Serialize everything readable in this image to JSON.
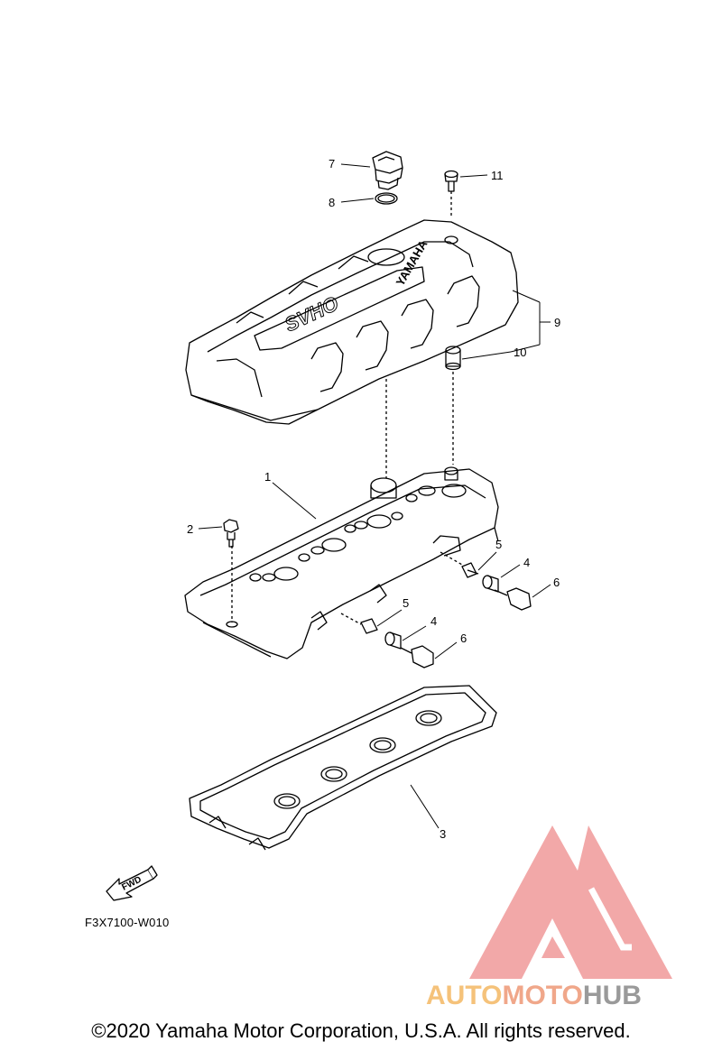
{
  "callouts": {
    "c1": "1",
    "c2": "2",
    "c3": "3",
    "c4a": "4",
    "c4b": "4",
    "c5a": "5",
    "c5b": "5",
    "c6a": "6",
    "c6b": "6",
    "c7": "7",
    "c8": "8",
    "c9": "9",
    "c10": "10",
    "c11": "11"
  },
  "cover_text": {
    "model": "SVHO",
    "brand": "YAMAHA"
  },
  "fwd_label": "FWD",
  "diagram_code": "F3X7100-W010",
  "watermark": {
    "part1": "AUTO",
    "part2": "MOTO",
    "part3": "HUB",
    "color_red": "#f09a9a",
    "color_orange": "#f5c27a",
    "color_gray": "#9a9a9a"
  },
  "copyright": "©2020 Yamaha Motor Corporation, U.S.A. All rights reserved."
}
